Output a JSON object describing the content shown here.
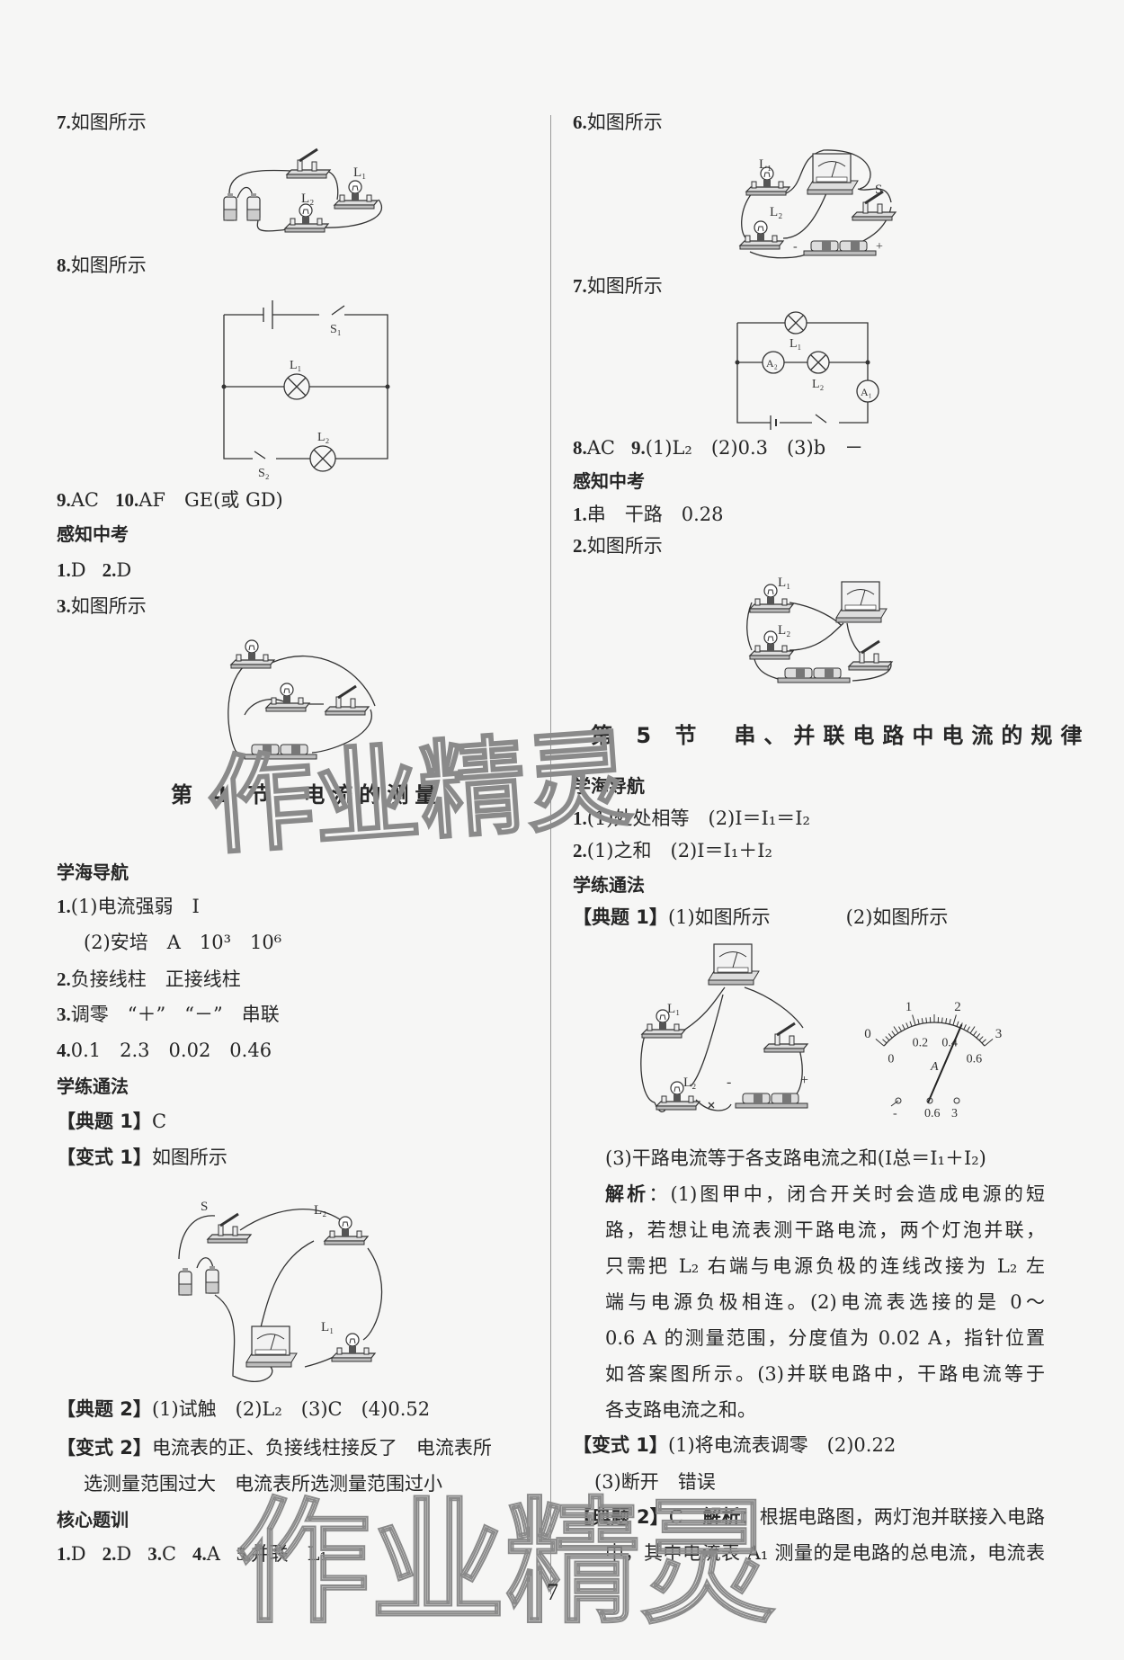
{
  "left": {
    "lines": [
      {
        "segs": [
          {
            "num": "7.",
            "text": "如图所示"
          }
        ]
      },
      {
        "segs": [
          {
            "num": "8.",
            "text": "如图所示"
          }
        ]
      },
      {
        "segs": [
          {
            "num": "9.",
            "text": "AC"
          },
          {
            "num": "10.",
            "text": "AF　GE(或 GD)"
          }
        ]
      },
      {
        "heading": "感知中考"
      },
      {
        "segs": [
          {
            "num": "1.",
            "text": "D"
          },
          {
            "num": "2.",
            "text": "D"
          }
        ]
      },
      {
        "segs": [
          {
            "num": "3.",
            "text": "如图所示"
          }
        ]
      },
      {
        "heading": "学海导航"
      },
      {
        "segs": [
          {
            "num": "1.",
            "text": "(1)电流强弱　I"
          }
        ]
      },
      {
        "segs": [
          {
            "text": "(2)安培　A　10³　10⁶"
          }
        ]
      },
      {
        "segs": [
          {
            "num": "2.",
            "text": "负接线柱　正接线柱"
          }
        ]
      },
      {
        "segs": [
          {
            "num": "3.",
            "text": "调零　“＋”　“－”　串联"
          }
        ]
      },
      {
        "segs": [
          {
            "num": "4.",
            "text": "0.1　2.3　0.02　0.46"
          }
        ]
      },
      {
        "heading": "学练通法"
      },
      {
        "segs": [
          {
            "tag": "【典题 1】",
            "text": "C"
          }
        ]
      },
      {
        "segs": [
          {
            "tag": "【变式 1】",
            "text": "如图所示"
          }
        ]
      },
      {
        "segs": [
          {
            "tag": "【典题 2】",
            "text": "(1)试触　(2)L₂　(3)C　(4)0.52"
          }
        ]
      },
      {
        "segs": [
          {
            "tag": "【变式 2】",
            "text": "电流表的正、负接线柱接反了　电流表所"
          }
        ]
      },
      {
        "segs": [
          {
            "text": "选测量范围过大　电流表所选测量范围过小"
          }
        ]
      },
      {
        "heading": "核心题训"
      },
      {
        "segs": [
          {
            "num": "1.",
            "text": "D"
          },
          {
            "num": "2.",
            "text": "D"
          },
          {
            "num": "3.",
            "text": "C"
          },
          {
            "num": "4.",
            "text": "A"
          },
          {
            "num": "5.",
            "text": "并联　L₁"
          }
        ]
      }
    ],
    "section_title": {
      "number": "第 4 节",
      "name": "电流的测量"
    },
    "figures": {
      "q7": {
        "l1": "L₁",
        "l2": "L₂"
      },
      "q8": {
        "s1": "S₁",
        "l1": "L₁",
        "l2": "L₂",
        "s2": "S₂"
      },
      "var1": {
        "s": "S",
        "l2": "L₂",
        "l1": "L₁"
      }
    }
  },
  "right": {
    "lines": [
      {
        "segs": [
          {
            "num": "6.",
            "text": "如图所示"
          }
        ]
      },
      {
        "segs": [
          {
            "num": "7.",
            "text": "如图所示"
          }
        ]
      },
      {
        "segs": [
          {
            "num": "8.",
            "text": "AC"
          },
          {
            "num": "9.",
            "text": "(1)L₂　(2)0.3　(3)b　－"
          }
        ]
      },
      {
        "heading": "感知中考"
      },
      {
        "segs": [
          {
            "num": "1.",
            "text": "串　干路　0.28"
          }
        ]
      },
      {
        "segs": [
          {
            "num": "2.",
            "text": "如图所示"
          }
        ]
      },
      {
        "heading": "学海导航"
      },
      {
        "segs": [
          {
            "num": "1.",
            "text": "(1)处处相等　(2)I＝I₁＝I₂"
          }
        ]
      },
      {
        "segs": [
          {
            "num": "2.",
            "text": "(1)之和　(2)I＝I₁＋I₂"
          }
        ]
      },
      {
        "heading": "学练通法"
      },
      {
        "segs": [
          {
            "tag": "【典题 1】",
            "text": "(1)如图所示　　　　(2)如图所示"
          }
        ]
      },
      {
        "segs": [
          {
            "text": "(3)干路电流等于各支路电流之和(I总＝I₁＋I₂)"
          }
        ]
      },
      {
        "segs": [
          {
            "tag": "解析",
            "text": "：(1)图甲中，闭合开关时会造成电源的短"
          }
        ]
      },
      {
        "segs": [
          {
            "text": "路，若想让电流表测干路电流，两个灯泡并联，"
          }
        ]
      },
      {
        "segs": [
          {
            "text": "只需把 L₂ 右端与电源负极的连线改接为 L₂ 左"
          }
        ]
      },
      {
        "segs": [
          {
            "text": "端与电源负极相连。(2)电流表选接的是 0～"
          }
        ]
      },
      {
        "segs": [
          {
            "text": "0.6 A 的测量范围，分度值为 0.02 A，指针位置"
          }
        ]
      },
      {
        "segs": [
          {
            "text": "如答案图所示。(3)并联电路中，干路电流等于"
          }
        ]
      },
      {
        "segs": [
          {
            "text": "各支路电流之和。"
          }
        ]
      },
      {
        "segs": [
          {
            "tag": "【变式 1】",
            "text": "(1)将电流表调零　(2)0.22"
          }
        ]
      },
      {
        "segs": [
          {
            "text": "(3)断开　错误"
          }
        ]
      },
      {
        "segs": [
          {
            "tag": "【典题 2】",
            "text": "C　"
          },
          {
            "tag": "解析",
            "text": "：根据电路图，两灯泡并联接入电路"
          }
        ]
      },
      {
        "segs": [
          {
            "text": "中，其中电流表 A₁ 测量的是电路的总电流，电流表"
          }
        ]
      }
    ],
    "section_title": {
      "number": "第 5 节",
      "name": "串、并联电路中电流的规律"
    },
    "figures": {
      "q6": {
        "l1": "L₁",
        "l2": "L₂",
        "s": "S",
        "minus": "-",
        "plus": "+"
      },
      "q7": {
        "l1": "L₁",
        "a2": "A₂",
        "l2": "L₂",
        "a1": "A₁"
      },
      "zk2": {
        "l1": "L₁",
        "l2": "L₂"
      },
      "ex1": {
        "l1": "L₁",
        "l2": "L₂",
        "minus": "-",
        "plus": "+"
      },
      "dial": {
        "outer": [
          "0",
          "1",
          "2",
          "3"
        ],
        "inner": [
          "0",
          "0.2",
          "0.4",
          "0.6"
        ],
        "unit": "A",
        "terminals": [
          "-",
          "0.6",
          "3"
        ],
        "needle_reading_A": 0.44
      }
    }
  },
  "page_number": "7",
  "watermark": "作业精灵"
}
